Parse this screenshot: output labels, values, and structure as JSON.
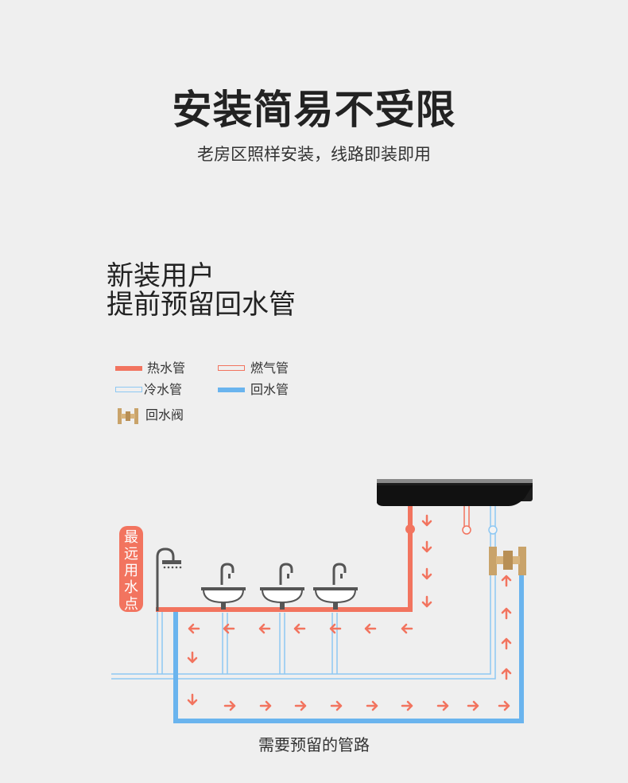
{
  "header": {
    "title": "安装简易不受限",
    "subtitle": "老房区照样安装，线路即装即用"
  },
  "section": {
    "line1": "新装用户",
    "line2": "提前预留回水管"
  },
  "legend": {
    "hot_pipe": "热水管",
    "gas_pipe": "燃气管",
    "cold_pipe": "冷水管",
    "return_pipe": "回水管",
    "return_valve": "回水阀"
  },
  "colors": {
    "hot": "#f2745f",
    "cold": "#8ec8f3",
    "return": "#6ab4ee",
    "gas": "#f2745f"
  },
  "diagram": {
    "farthest_point": "最远用水点"
  },
  "footer": {
    "caption": "需要预留的管路"
  }
}
